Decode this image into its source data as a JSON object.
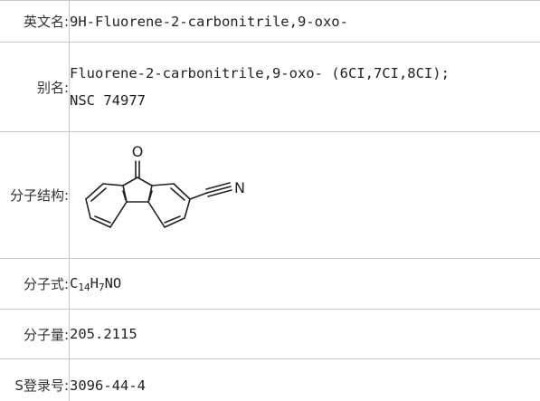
{
  "rows": [
    {
      "label": "英文名:",
      "lines": [
        "9H-Fluorene-2-carbonitrile,9-oxo-"
      ]
    },
    {
      "label": "别名:",
      "lines": [
        "Fluorene-2-carbonitrile,9-oxo- (6CI,7CI,8CI);",
        "NSC 74977"
      ]
    },
    {
      "label": "分子结构:",
      "atoms": {
        "oxygen": "O",
        "nitrogen": "N"
      }
    },
    {
      "label": "分子式:",
      "formula": {
        "c": "C",
        "c_n": "14",
        "h": "H",
        "h_n": "7",
        "rest": "NO"
      }
    },
    {
      "label": "分子量:",
      "value": "205.2115"
    },
    {
      "label": "S登录号:",
      "value": "3096-44-4"
    }
  ]
}
